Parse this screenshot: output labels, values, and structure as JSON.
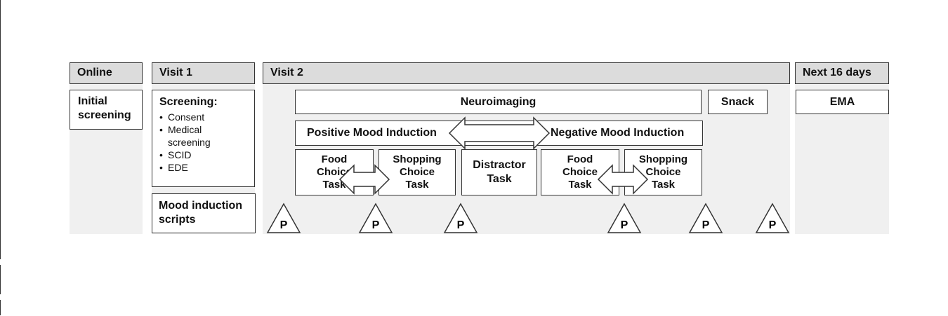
{
  "phases": {
    "online": "Online",
    "visit1": "Visit 1",
    "visit2": "Visit 2",
    "next": "Next 16 days"
  },
  "online": {
    "initial_screening": [
      "Initial",
      "screening"
    ]
  },
  "visit1": {
    "screening_title": "Screening:",
    "screening_items": [
      "Consent",
      "Medical screening",
      "SCID",
      "EDE"
    ],
    "mood_scripts": [
      "Mood induction",
      "scripts"
    ]
  },
  "visit2": {
    "neuroimaging": "Neuroimaging",
    "snack": "Snack",
    "positive_mood": "Positive Mood Induction",
    "negative_mood": "Negative Mood Induction",
    "food_choice": [
      "Food",
      "Choice",
      "Task"
    ],
    "shopping_choice": [
      "Shopping",
      "Choice",
      "Task"
    ],
    "distractor": [
      "Distractor",
      "Task"
    ],
    "p_marker": "P"
  },
  "next": {
    "ema": "EMA"
  },
  "colors": {
    "panel": "#f0f0f0",
    "header": "#dcdcdc",
    "border": "#333333"
  }
}
